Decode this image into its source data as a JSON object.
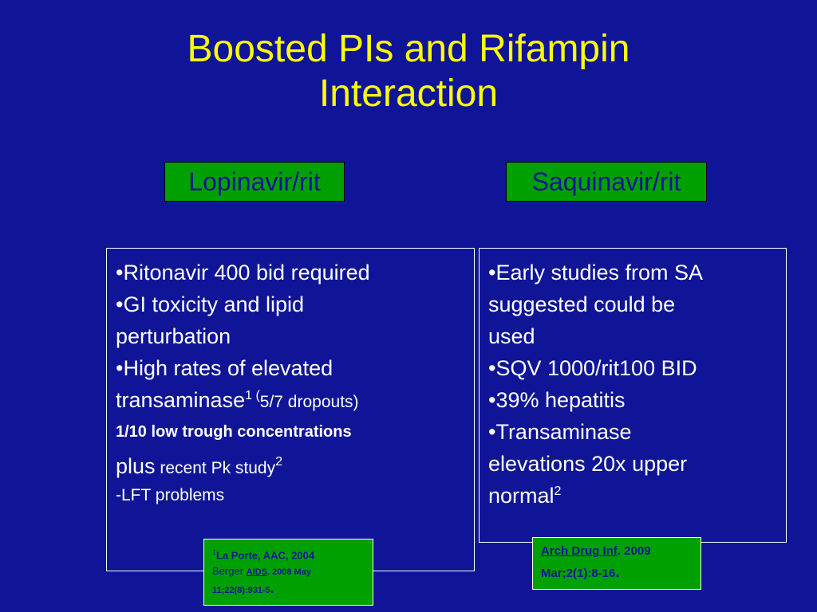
{
  "slide": {
    "title_line1": "Boosted PIs and Rifampin",
    "title_line2": "Interaction",
    "colors": {
      "background": "#0f1596",
      "title": "#ffff00",
      "tag_bg": "#00a000",
      "text": "#ffffff"
    }
  },
  "left": {
    "tag": "Lopinavir/rit",
    "lines": {
      "l1": "•Ritonavir 400 bid required",
      "l2": "•GI toxicity and lipid",
      "l3": "perturbation",
      "l4": "•High rates of elevated",
      "l5a": "transaminase",
      "l5sup": "1",
      "l5sup2": " (",
      "l5b": "5/7 dropouts)",
      "l6": "1/10 low  trough concentrations",
      "l7a": "plus",
      "l7b": " recent  Pk study",
      "l7sup": "2",
      "l8": "-LFT problems"
    },
    "ref": {
      "sup": "1",
      "line1": "La Porte, AAC, 2004",
      "line2a": "Berger ",
      "line2b": "AIDS",
      "line2c": ". 2008 May",
      "line3": "11;22(8):931-5",
      "line3dot": "."
    }
  },
  "right": {
    "tag": "Saquinavir/rit",
    "lines": {
      "l1": "•Early studies from SA",
      "l2": "suggested could be",
      "l3": "used",
      "l4": "•SQV 1000/rit100 BID",
      "l5": "•39% hepatitis",
      "l6": "•Transaminase",
      "l7": "elevations 20x upper",
      "l8a": "normal",
      "l8sup": "2"
    },
    "ref": {
      "line1a": "Arch Drug Inf",
      "line1b": ". 2009",
      "line2": "Mar;2(1):8-16",
      "line2dot": "."
    }
  }
}
